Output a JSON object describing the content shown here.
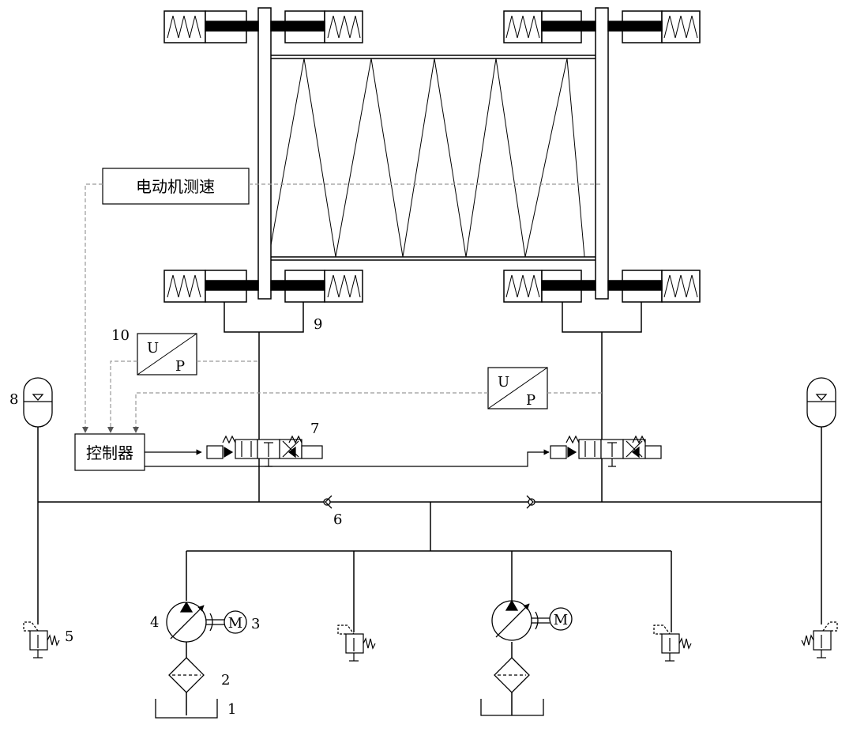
{
  "labels": {
    "motor_speed_box": "电动机测速",
    "controller_box": "控制器",
    "up_converter_u": "U",
    "up_converter_p": "P",
    "motor_symbol": "M"
  },
  "callouts": {
    "c1": "1",
    "c2": "2",
    "c3": "3",
    "c4": "4",
    "c5": "5",
    "c6": "6",
    "c7": "7",
    "c8": "8",
    "c9": "9",
    "c10": "10"
  },
  "colors": {
    "line": "#000000",
    "signal": "#9a9a9a"
  }
}
